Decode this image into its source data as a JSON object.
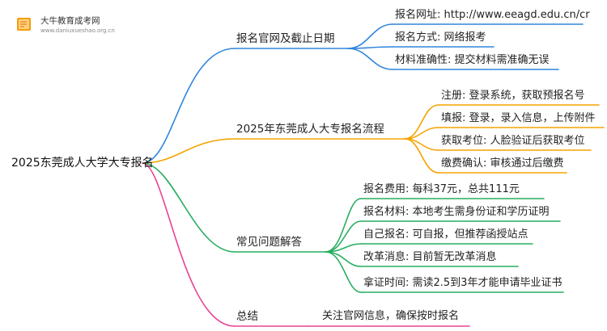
{
  "logo": {
    "title": "大牛教育成考网",
    "url": "www.daniuxueshao.org.cn"
  },
  "colors": {
    "blue": "#2e86de",
    "orange": "#f5a300",
    "green": "#27ae60",
    "pink": "#e84393"
  },
  "root": {
    "label": "2025东莞成人大学大专报名"
  },
  "branches": [
    {
      "label": "报名官网及截止日期",
      "children": [
        "报名网址: http://www.eeagd.edu.cn/cr",
        "报名方式: 网络报考",
        "材料准确性: 提交材料需准确无误"
      ]
    },
    {
      "label": "2025年东莞成人大专报名流程",
      "children": [
        "注册: 登录系统，获取预报名号",
        "填报: 登录，录入信息，上传附件",
        "获取考位: 人脸验证后获取考位",
        "缴费确认: 审核通过后缴费"
      ]
    },
    {
      "label": "常见问题解答",
      "children": [
        "报名费用: 每科37元，总共111元",
        "报名材料: 本地考生需身份证和学历证明",
        "自己报名: 可自报，但推荐函授站点",
        "改革消息: 目前暂无改革消息",
        "拿证时间: 需读2.5到3年才能申请毕业证书"
      ]
    },
    {
      "label": "总结",
      "children": [
        "关注官网信息，确保按时报名"
      ]
    }
  ]
}
